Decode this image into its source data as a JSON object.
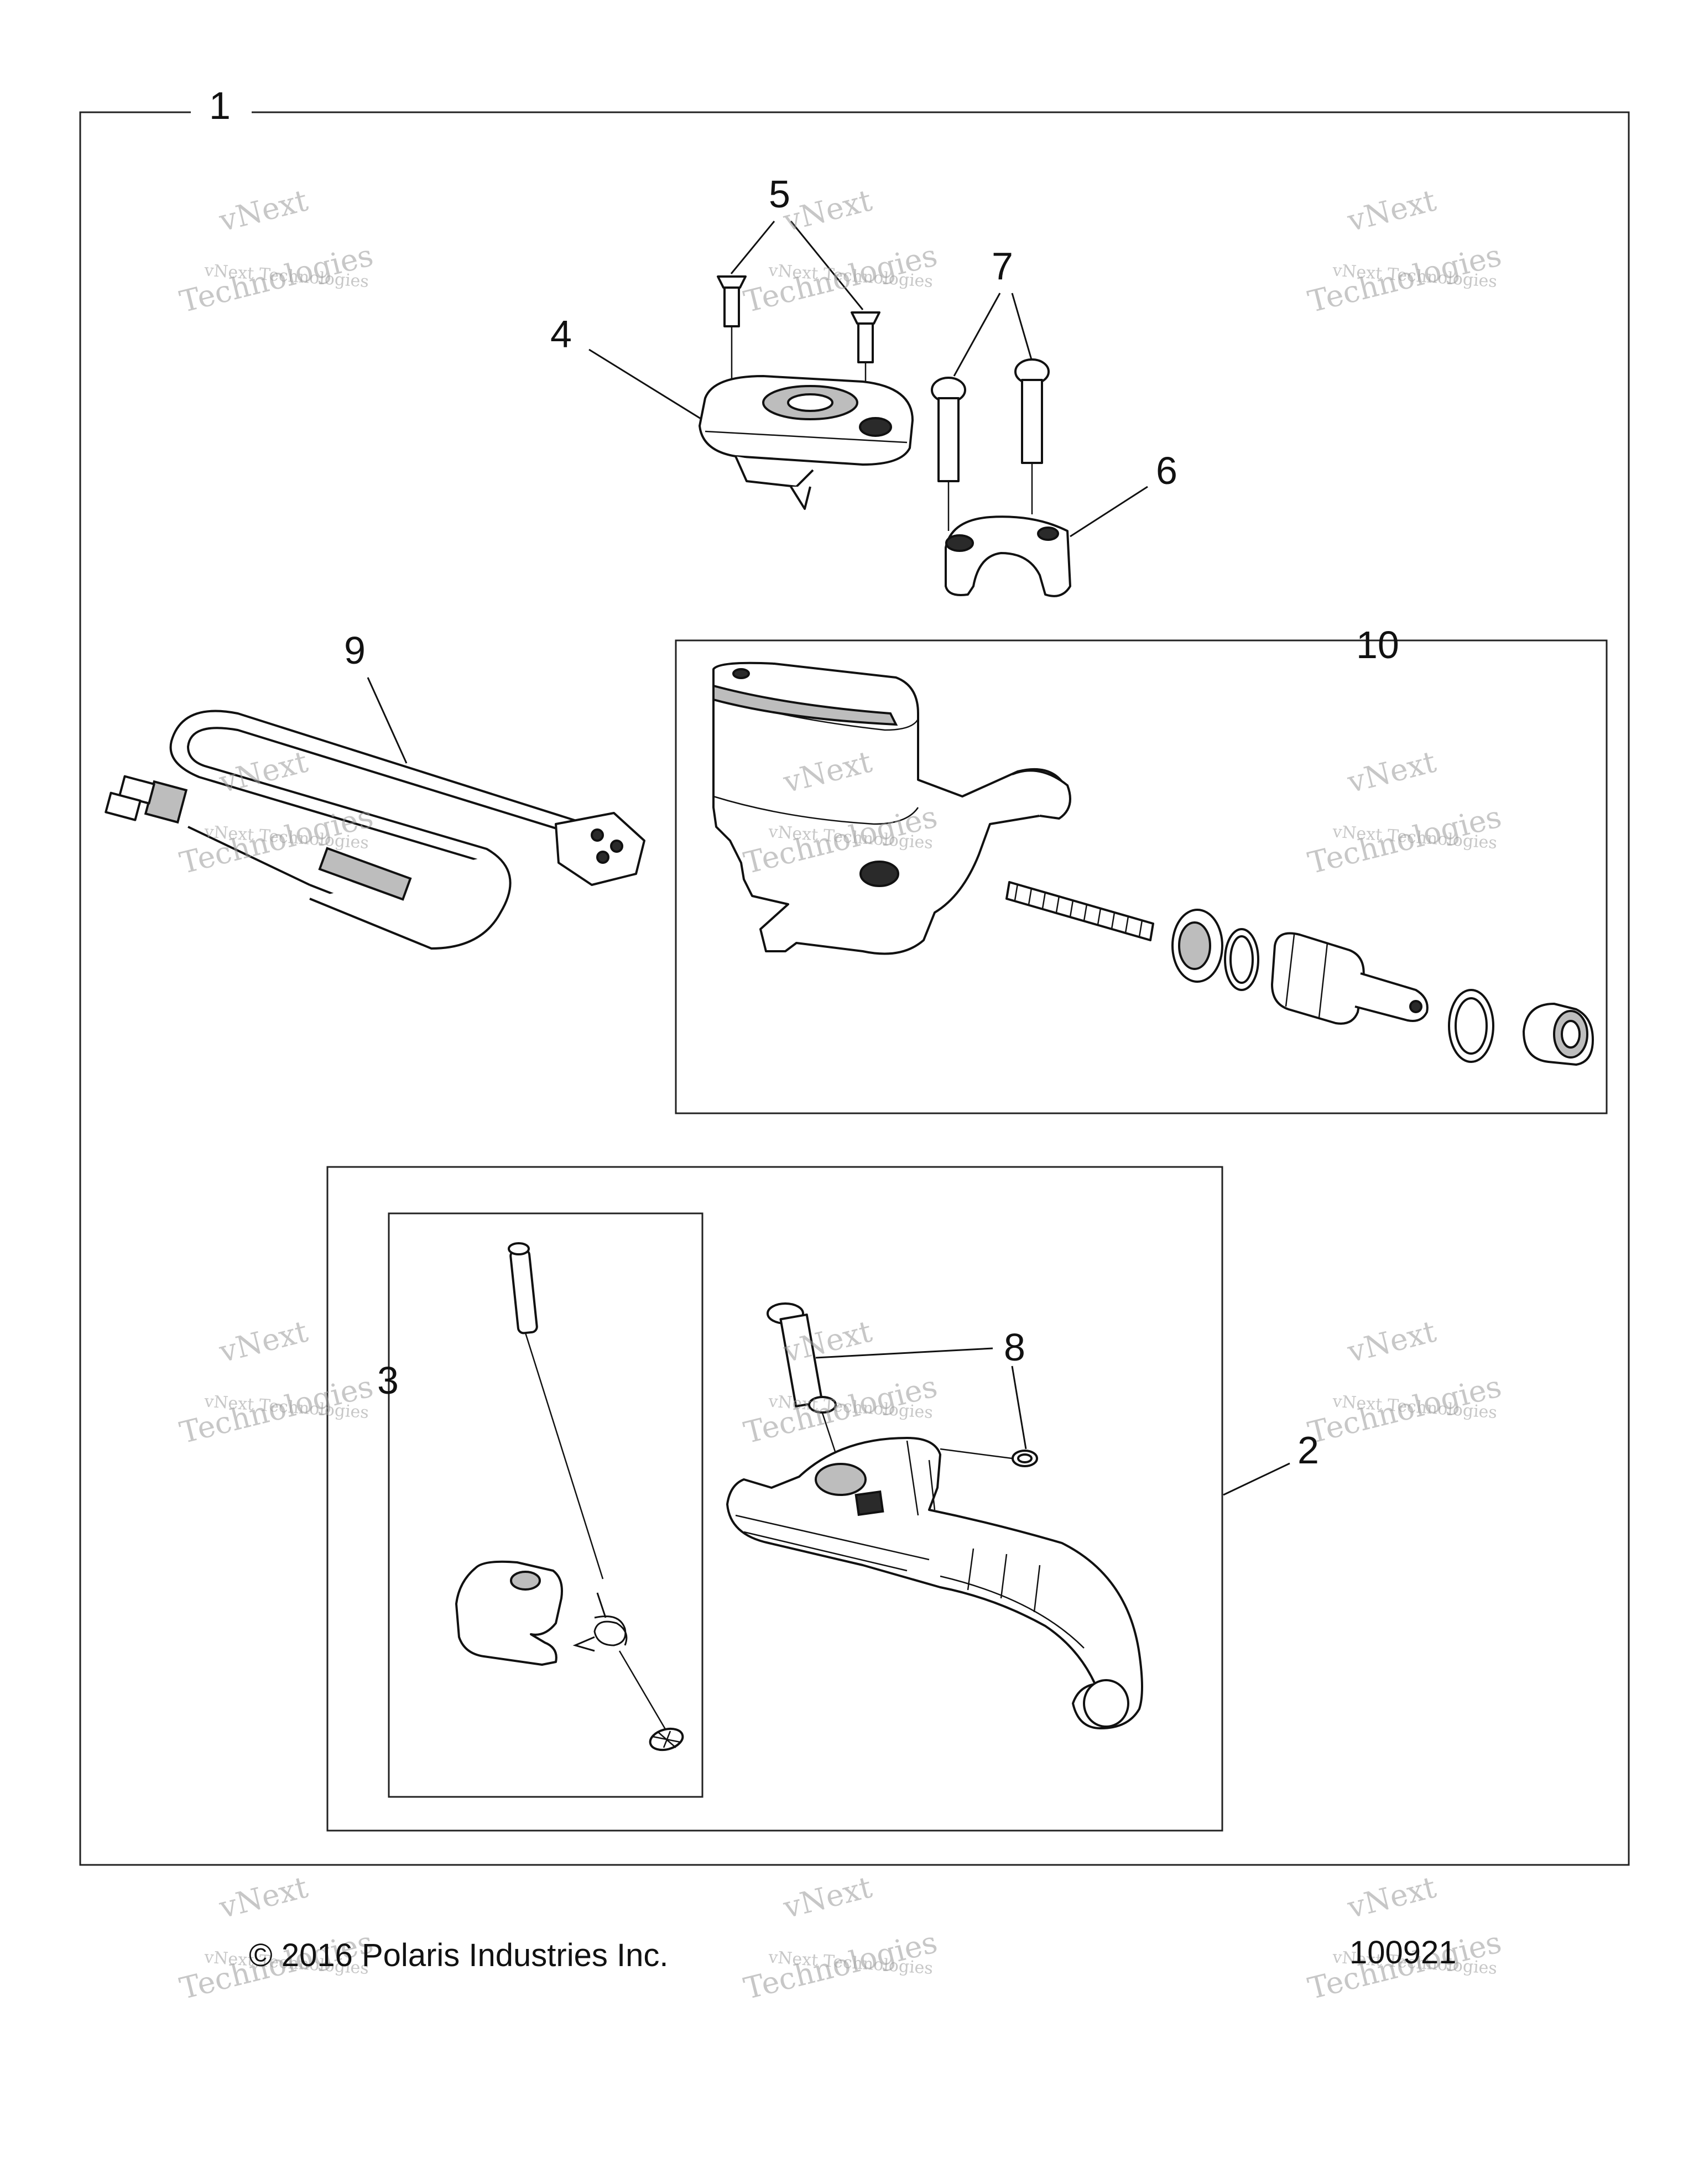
{
  "diagram": {
    "callouts": {
      "c1": "1",
      "c2": "2",
      "c3": "3",
      "c4": "4",
      "c5": "5",
      "c6": "6",
      "c7": "7",
      "c8": "8",
      "c9": "9",
      "c10": "10"
    },
    "footer": {
      "copyright": "© 2016 Polaris Industries Inc.",
      "figure_number": "100921"
    },
    "watermark": {
      "line1": "vNext",
      "line2": "vNext Technologies",
      "line3": "Technologies"
    },
    "colors": {
      "line": "#111111",
      "watermark": "#9a9a9a",
      "background": "#ffffff"
    }
  }
}
